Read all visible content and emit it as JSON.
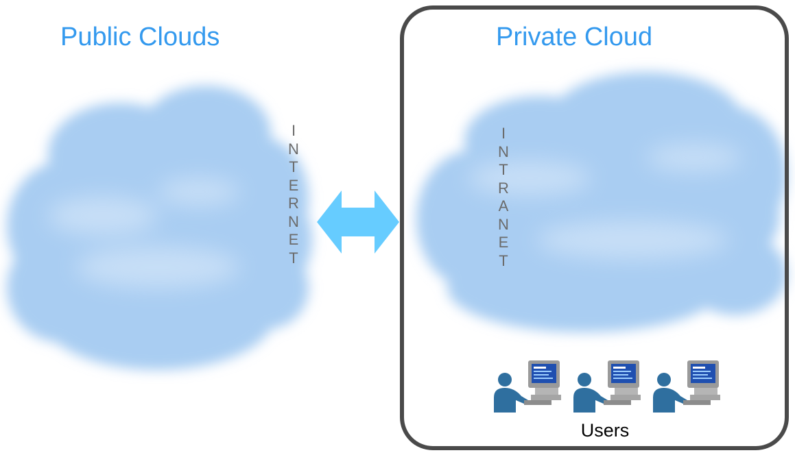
{
  "titles": {
    "public": "Public Clouds",
    "private": "Private Cloud"
  },
  "internet_letters": [
    "I",
    "N",
    "T",
    "E",
    "R",
    "N",
    "E",
    "T"
  ],
  "intranet_letters": [
    "I",
    "N",
    "T",
    "R",
    "A",
    "N",
    "E",
    "T"
  ],
  "users_label": "Users",
  "colors": {
    "title_blue": "#3399ee",
    "cloud_blue": "#a9cdf2",
    "arrow_blue": "#66ccff",
    "border_gray": "#4a4a4a",
    "letter_gray": "#6b6b6b",
    "user_figure": "#2f6f9f"
  },
  "icons": {
    "users": [
      "user-computer-icon",
      "user-computer-icon",
      "user-computer-icon"
    ],
    "arrow": "double-arrow-icon"
  }
}
